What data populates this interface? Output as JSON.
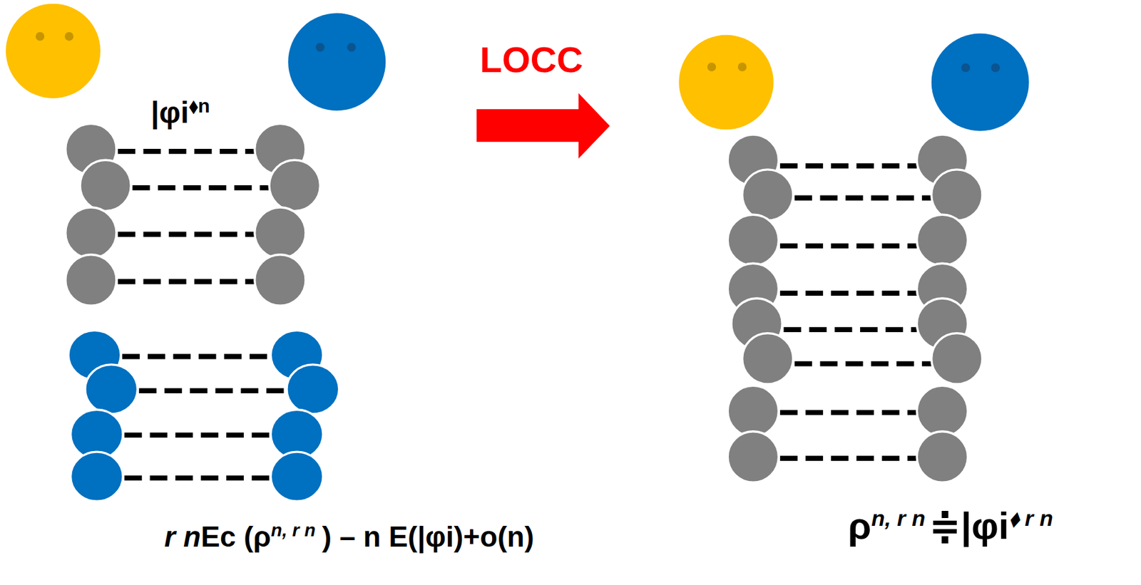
{
  "diagram": {
    "labels": [
      "|φi",
      "⬧n",
      "LOCC",
      "r n",
      "Ec (ρ",
      "n, r n",
      ") – n E(|φi)+o(n)",
      "ρ",
      "n, r n",
      "≑",
      "|φi",
      "⬧ r n"
    ]
  }
}
